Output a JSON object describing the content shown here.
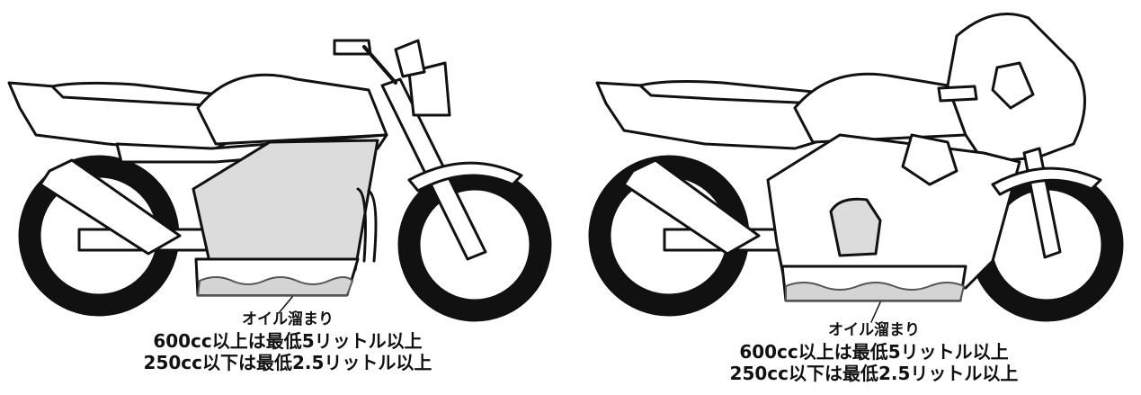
{
  "colors": {
    "stroke": "#111111",
    "body_fill": "#ffffff",
    "engine_fill": "#dcdcdc",
    "oil_fill": "#d4d4d4",
    "wave": "#555555"
  },
  "panels": [
    {
      "id": "naked-bike",
      "icon": "naked-motorcycle-icon",
      "caption": {
        "label": "オイル溜まり",
        "line_600": "600cc以上は最低5リットル以上",
        "line_250": "250cc以下は最低2.5リットル以上"
      }
    },
    {
      "id": "sport-bike",
      "icon": "faired-motorcycle-icon",
      "caption": {
        "label": "オイル溜まり",
        "line_600": "600cc以上は最低5リットル以上",
        "line_250": "250cc以下は最低2.5リットル以上"
      }
    }
  ]
}
